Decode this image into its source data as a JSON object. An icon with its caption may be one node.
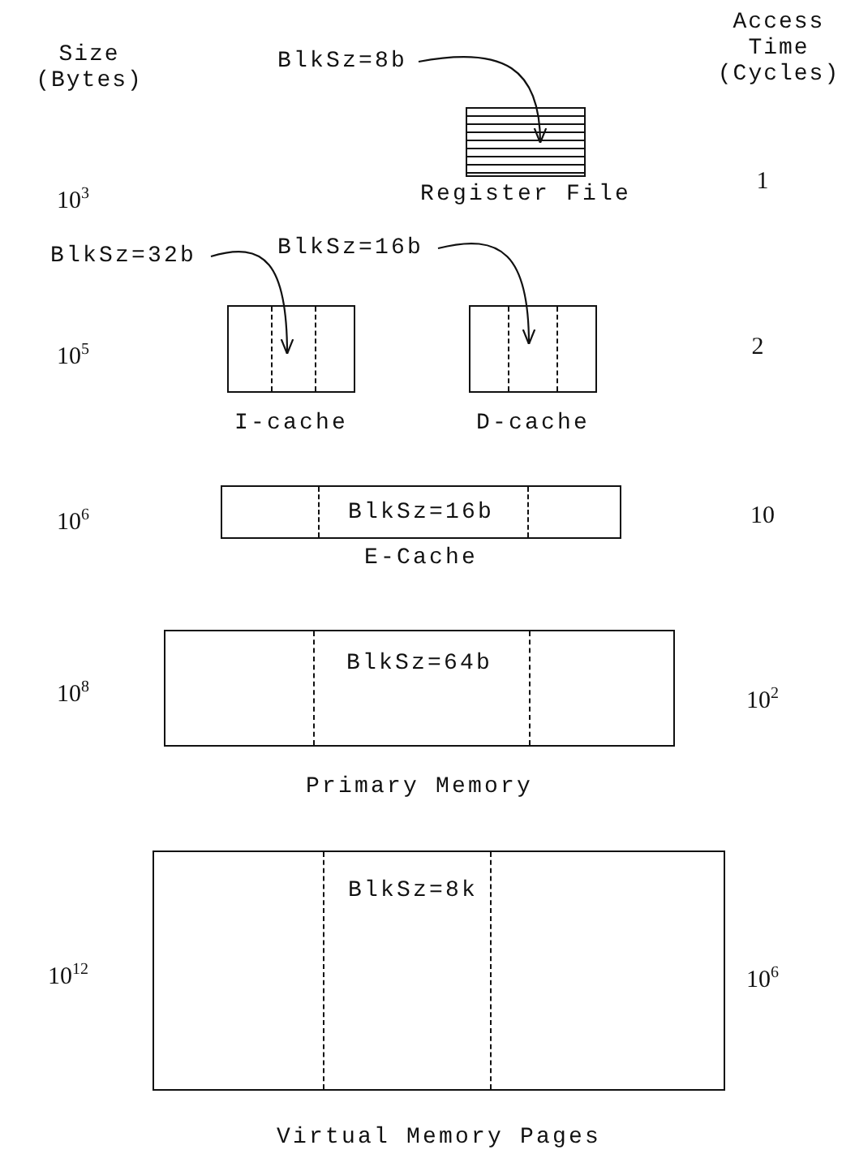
{
  "diagram": {
    "nodes": [
      {
        "text": [
          "BlkSz=8b"
        ]
      },
      {
        "text": [
          "Register File"
        ]
      },
      {
        "text": [
          "BlkSz=32b"
        ]
      },
      {
        "text": [
          "BlkSz=16b"
        ]
      },
      {
        "text": [
          "I-cache"
        ]
      },
      {
        "text": [
          "D-cache"
        ]
      },
      {
        "text": [
          "BlkSz=16b",
          "E-Cache"
        ]
      },
      {
        "text": [
          "BlkSz=64b",
          "Primary Memory"
        ]
      },
      {
        "text": [
          "BlkSz=8k",
          "Virtual Memory Pages"
        ]
      }
    ],
    "edges": [
      {
        "from": 0,
        "to": 1,
        "arrow": "to"
      },
      {
        "from": 2,
        "to": 4,
        "arrow": "to"
      },
      {
        "from": 3,
        "to": 5,
        "arrow": "to"
      }
    ],
    "labels": [
      "Size (Bytes)",
      "Access Time (Cycles)",
      "10$^{3}$",
      "1",
      "10$^{5}$",
      "2",
      "10$^{6}$",
      "10",
      "10$^{8}$",
      "10$^{2}$",
      "10$^{12}$",
      "10$^{6}$"
    ]
  }
}
